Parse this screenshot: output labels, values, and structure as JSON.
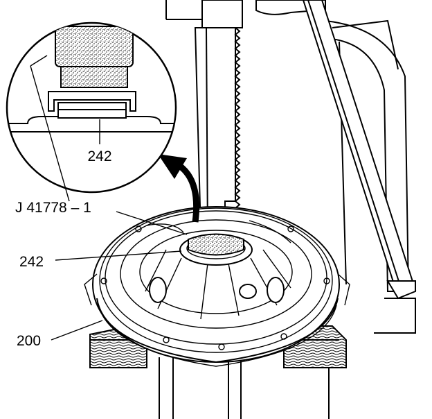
{
  "callouts": {
    "detail_part": "242",
    "tool": "J 41778 – 1",
    "part": "242",
    "assembly": "200"
  }
}
